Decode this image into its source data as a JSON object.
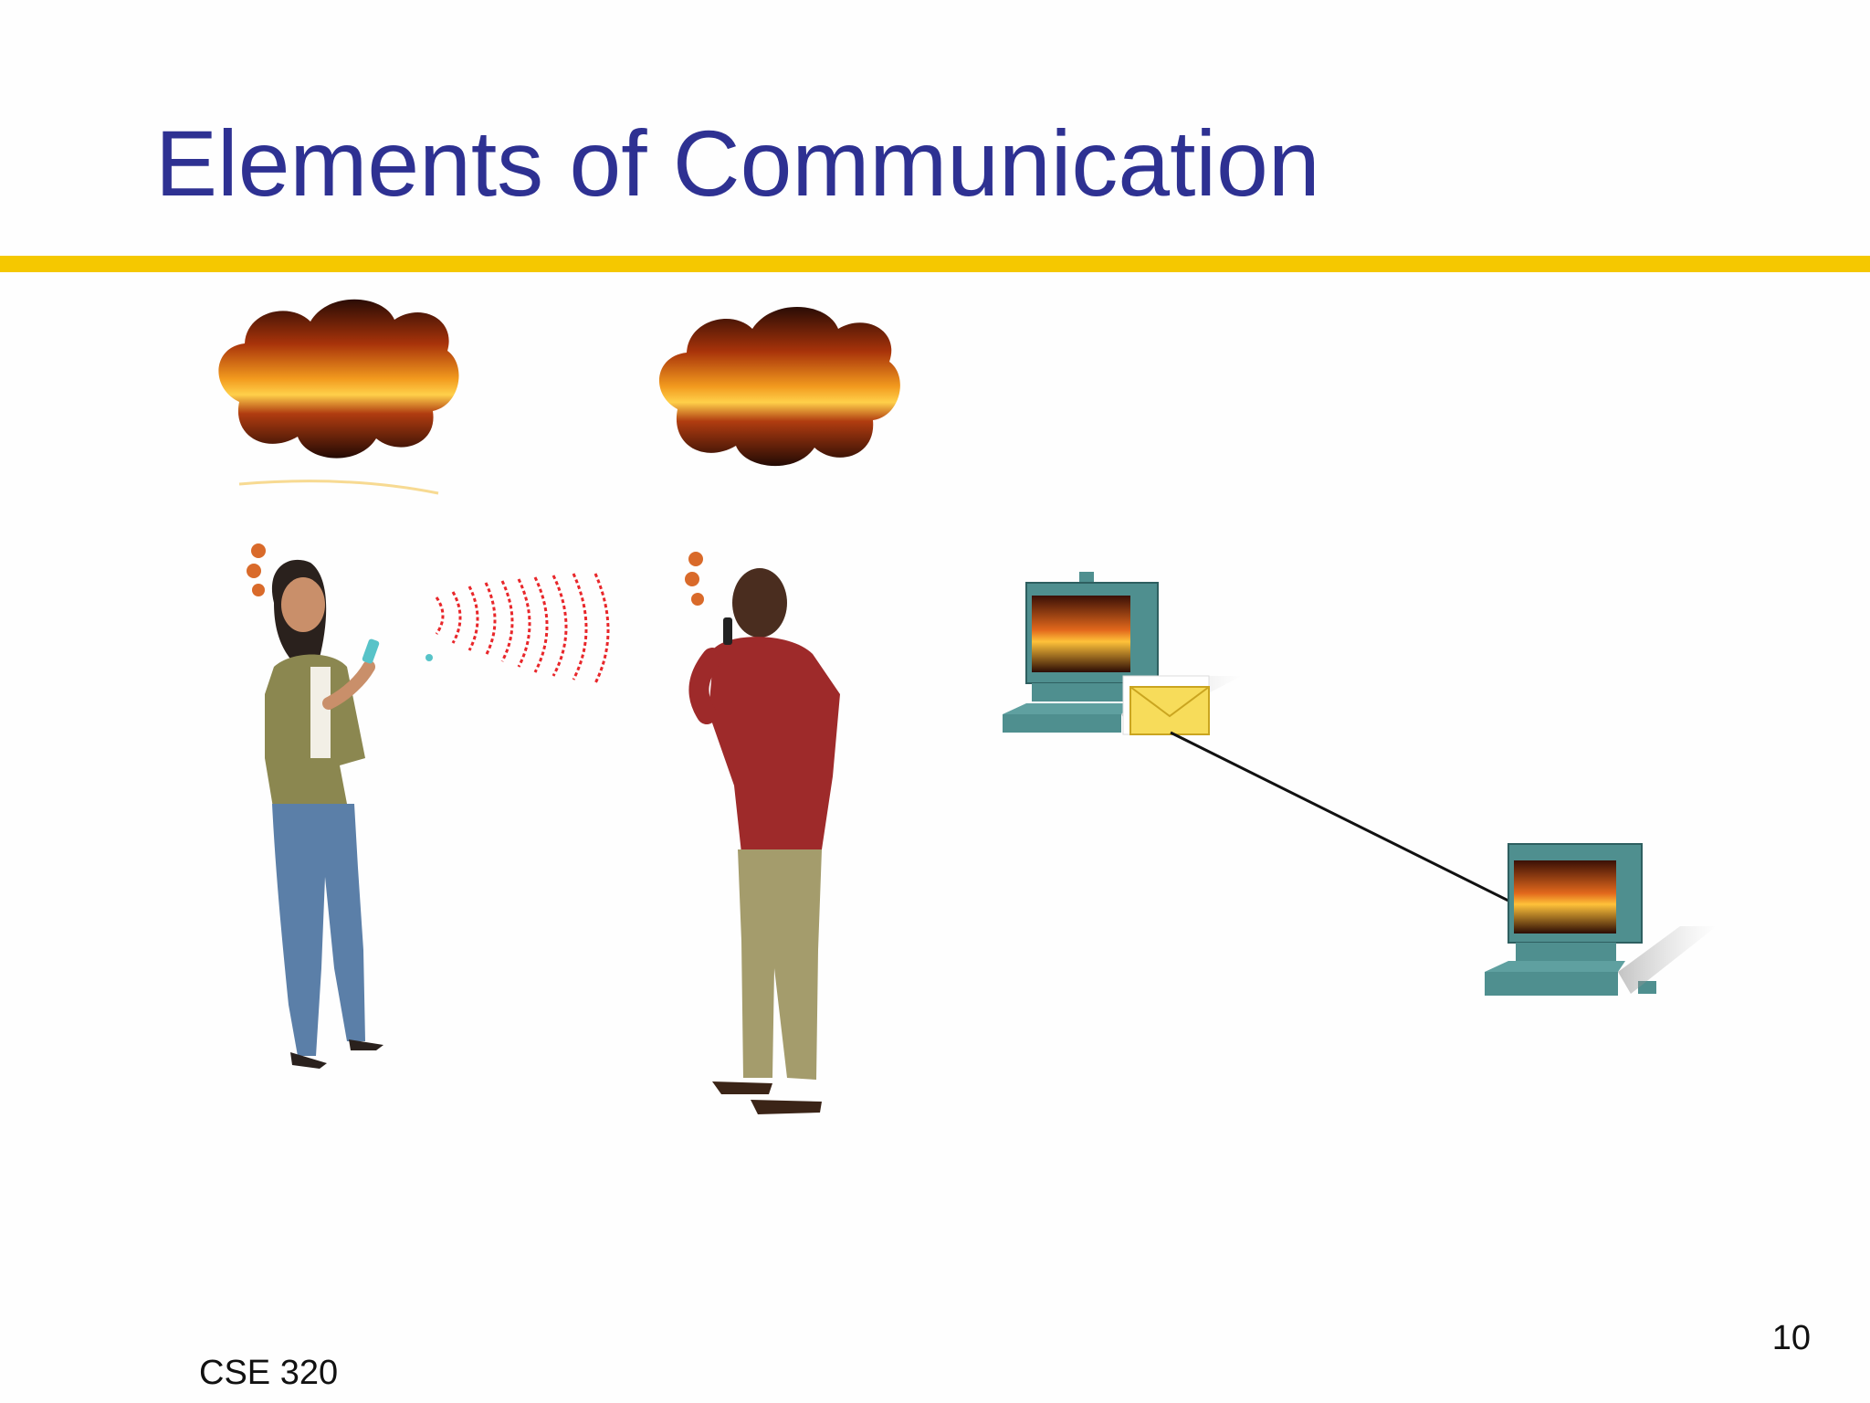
{
  "slide": {
    "title": "Elements of Communication",
    "course": "CSE 320",
    "page_number": "10"
  },
  "colors": {
    "title": "#2e3192",
    "rule": "#f5c800",
    "sound_waves": "#e8262a",
    "computer_body": "#4f8f8f",
    "envelope": "#f7dc5a"
  },
  "figure": {
    "human_scene": [
      "thought-cloud-sunset",
      "woman-with-phone",
      "sound-waves",
      "thought-cloud-sunset",
      "man-on-phone"
    ],
    "network_scene": [
      "computer-source",
      "envelope-icon",
      "network-link",
      "computer-destination"
    ]
  }
}
